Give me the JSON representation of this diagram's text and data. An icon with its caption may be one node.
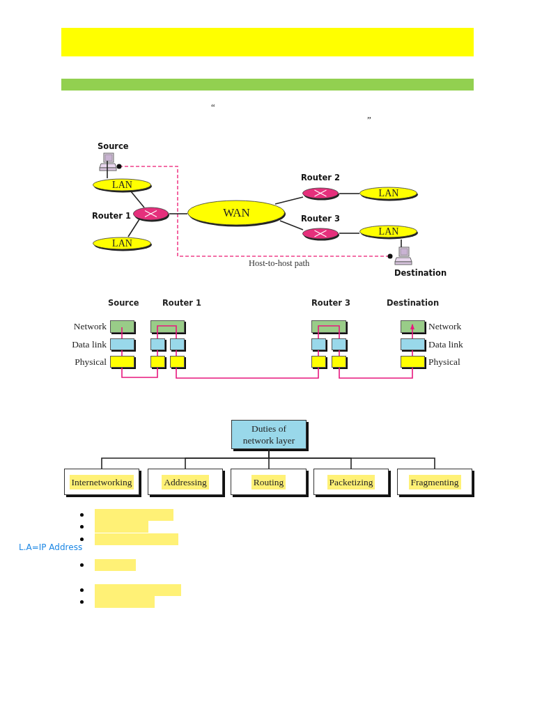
{
  "diagram": {
    "nodes": [
      {
        "text": [
          "Source"
        ]
      },
      {
        "text": [
          "LAN"
        ]
      },
      {
        "text": [
          "Router 1"
        ]
      },
      {
        "text": [
          "LAN"
        ]
      },
      {
        "text": [
          "WAN"
        ]
      },
      {
        "text": [
          "Router 2"
        ]
      },
      {
        "text": [
          "LAN"
        ]
      },
      {
        "text": [
          "Router 3"
        ]
      },
      {
        "text": [
          "LAN"
        ]
      },
      {
        "text": [
          "Destination"
        ]
      },
      {
        "text": [],
        "shape": "box",
        "beside": [
          "Network"
        ]
      },
      {
        "text": [],
        "shape": "box",
        "beside": [
          "Data link"
        ]
      },
      {
        "text": [],
        "shape": "box",
        "beside": [
          "Physical"
        ]
      },
      {
        "text": [],
        "shape": "box"
      },
      {
        "text": [],
        "shape": "box"
      },
      {
        "text": [],
        "shape": "box"
      },
      {
        "text": [],
        "shape": "box"
      },
      {
        "text": [],
        "shape": "box"
      },
      {
        "text": [],
        "shape": "box"
      },
      {
        "text": [],
        "shape": "box"
      },
      {
        "text": [],
        "shape": "box"
      },
      {
        "text": [],
        "shape": "box"
      },
      {
        "text": [],
        "shape": "box"
      },
      {
        "text": [],
        "shape": "box",
        "beside": [
          "Network"
        ]
      },
      {
        "text": [],
        "shape": "box",
        "beside": [
          "Data link"
        ]
      },
      {
        "text": [],
        "shape": "box",
        "beside": [
          "Physical"
        ]
      },
      {
        "text": [
          "Duties of network layer"
        ]
      },
      {
        "text": [
          "Internetworking"
        ]
      },
      {
        "text": [
          "Addressing"
        ]
      },
      {
        "text": [
          "Routing"
        ]
      },
      {
        "text": [
          "Packetizing"
        ]
      },
      {
        "text": [
          "Fragmenting"
        ]
      }
    ],
    "edges": [
      {
        "from": 0,
        "to": 1,
        "arrow": "none",
        "color": "#222222"
      },
      {
        "from": 1,
        "to": 2,
        "arrow": "none",
        "color": "#222222"
      },
      {
        "from": 2,
        "to": 3,
        "arrow": "none",
        "color": "#222222"
      },
      {
        "from": 2,
        "to": 4,
        "arrow": "none",
        "color": "#222222"
      },
      {
        "from": 4,
        "to": 5,
        "arrow": "none",
        "color": "#222222"
      },
      {
        "from": 5,
        "to": 6,
        "arrow": "none",
        "color": "#222222"
      },
      {
        "from": 4,
        "to": 7,
        "arrow": "none",
        "color": "#222222"
      },
      {
        "from": 7,
        "to": 8,
        "arrow": "none",
        "color": "#222222"
      },
      {
        "from": 8,
        "to": 9,
        "arrow": "none",
        "color": "#222222"
      },
      {
        "from": 0,
        "to": 9,
        "arrow": "other",
        "style": "dashed",
        "color": "#f0408a",
        "label": "Host-to-host path"
      },
      {
        "from": 10,
        "to": 11,
        "arrow": "none",
        "color": "#e8177e"
      },
      {
        "from": 11,
        "to": 12,
        "arrow": "none",
        "color": "#e8177e"
      },
      {
        "from": 12,
        "to": 16,
        "arrow": "none",
        "color": "#e8177e"
      },
      {
        "from": 16,
        "to": 14,
        "arrow": "none",
        "color": "#e8177e"
      },
      {
        "from": 14,
        "to": 13,
        "arrow": "none",
        "color": "#e8177e"
      },
      {
        "from": 13,
        "to": 15,
        "arrow": "none",
        "color": "#e8177e"
      },
      {
        "from": 15,
        "to": 17,
        "arrow": "none",
        "color": "#e8177e"
      },
      {
        "from": 17,
        "to": 21,
        "arrow": "none",
        "color": "#e8177e"
      },
      {
        "from": 21,
        "to": 19,
        "arrow": "none",
        "color": "#e8177e"
      },
      {
        "from": 19,
        "to": 18,
        "arrow": "none",
        "color": "#e8177e"
      },
      {
        "from": 18,
        "to": 20,
        "arrow": "none",
        "color": "#e8177e"
      },
      {
        "from": 20,
        "to": 22,
        "arrow": "none",
        "color": "#e8177e"
      },
      {
        "from": 22,
        "to": 25,
        "arrow": "none",
        "color": "#e8177e"
      },
      {
        "from": 25,
        "to": 24,
        "arrow": "none",
        "color": "#e8177e"
      },
      {
        "from": 24,
        "to": 23,
        "arrow": "to",
        "color": "#e8177e"
      },
      {
        "from": 26,
        "to": 27,
        "arrow": "none",
        "color": "#222222"
      },
      {
        "from": 26,
        "to": 28,
        "arrow": "none",
        "color": "#222222"
      },
      {
        "from": 26,
        "to": 29,
        "arrow": "none",
        "color": "#222222"
      },
      {
        "from": 26,
        "to": 30,
        "arrow": "none",
        "color": "#222222"
      },
      {
        "from": 26,
        "to": 31,
        "arrow": "none",
        "color": "#222222"
      }
    ],
    "labels": [
      "“",
      "”",
      "Source",
      "Router 1",
      "Router 3",
      "Destination",
      "L.A=IP Address"
    ]
  }
}
